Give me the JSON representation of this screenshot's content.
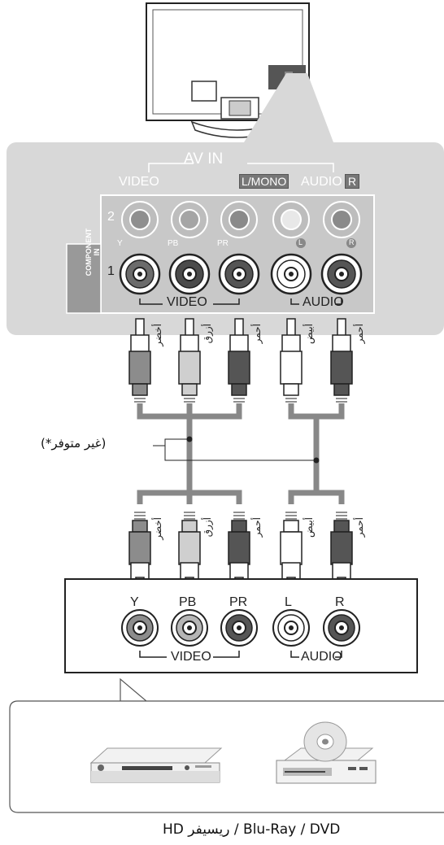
{
  "panel": {
    "av_in": "AV IN",
    "video": "VIDEO",
    "l_mono": "L/MONO",
    "audio": "AUDIO",
    "r": "R",
    "row2": "2",
    "row1": "1",
    "component_line1": "COMPONENT",
    "component_line2": "IN",
    "jack_y": "Y",
    "jack_pb": "PB",
    "jack_pr": "PR",
    "jack_l": "L",
    "jack_r": "R",
    "video_bottom": "VIDEO",
    "audio_bottom": "AUDIO"
  },
  "cables": {
    "green": "أخضر",
    "blue": "أزرق",
    "red": "أحمر",
    "white": "أبيض"
  },
  "not_available": "(*غير متوفر)",
  "device": {
    "y": "Y",
    "pb": "PB",
    "pr": "PR",
    "l": "L",
    "r": "R",
    "video": "VIDEO",
    "audio": "AUDIO"
  },
  "caption": "HD ريسيفر / Blu-Ray / DVD"
}
